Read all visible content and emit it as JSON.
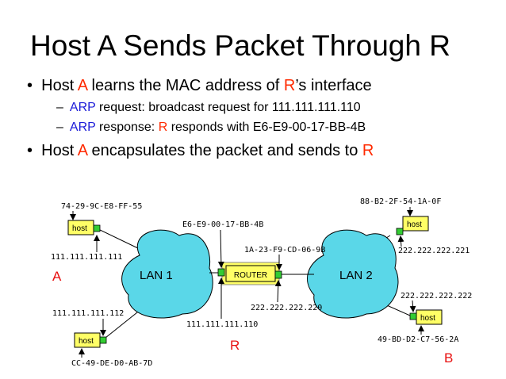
{
  "slide": {
    "title": "Host A Sends Packet Through R",
    "bullet1": {
      "a": "Host ",
      "b": "A",
      "c": " learns the MAC address of ",
      "d": "R",
      "e": "’s interface"
    },
    "sub1": {
      "dash": "–",
      "a": "ARP",
      "b": " request: broadcast request for 111.111.111.110"
    },
    "sub2": {
      "dash": "–",
      "a": "ARP",
      "b": " response: ",
      "c": "R",
      "d": " responds with E6-E9-00-17-BB-4B"
    },
    "bullet2": {
      "a": "Host ",
      "b": "A",
      "c": " encapsulates the packet and sends to ",
      "d": "R"
    },
    "bullet_symbol": "•"
  },
  "diagram": {
    "lan1": "LAN 1",
    "lan2": "LAN 2",
    "router": "ROUTER",
    "host_label": "host",
    "mac_a": "74-29-9C-E8-FF-55",
    "ip_a": "111.111.111.111",
    "mark_a": "A",
    "ip_c": "111.111.111.112",
    "mac_c": "CC-49-DE-D0-AB-7D",
    "mac_r1": "E6-E9-00-17-BB-4B",
    "mac_r2": "1A-23-F9-CD-06-9B",
    "ip_r2": "222.222.222.220",
    "ip_r1": "111.111.111.110",
    "mark_r": "R",
    "mac_d": "88-B2-2F-54-1A-0F",
    "ip_d": "222.222.222.221",
    "ip_b": "222.222.222.222",
    "mac_b": "49-BD-D2-C7-56-2A",
    "mark_b": "B",
    "colors": {
      "lan": "#5ad7e8",
      "host": "#ffff66",
      "port": "#33cc33",
      "mark": "#e81010"
    }
  }
}
